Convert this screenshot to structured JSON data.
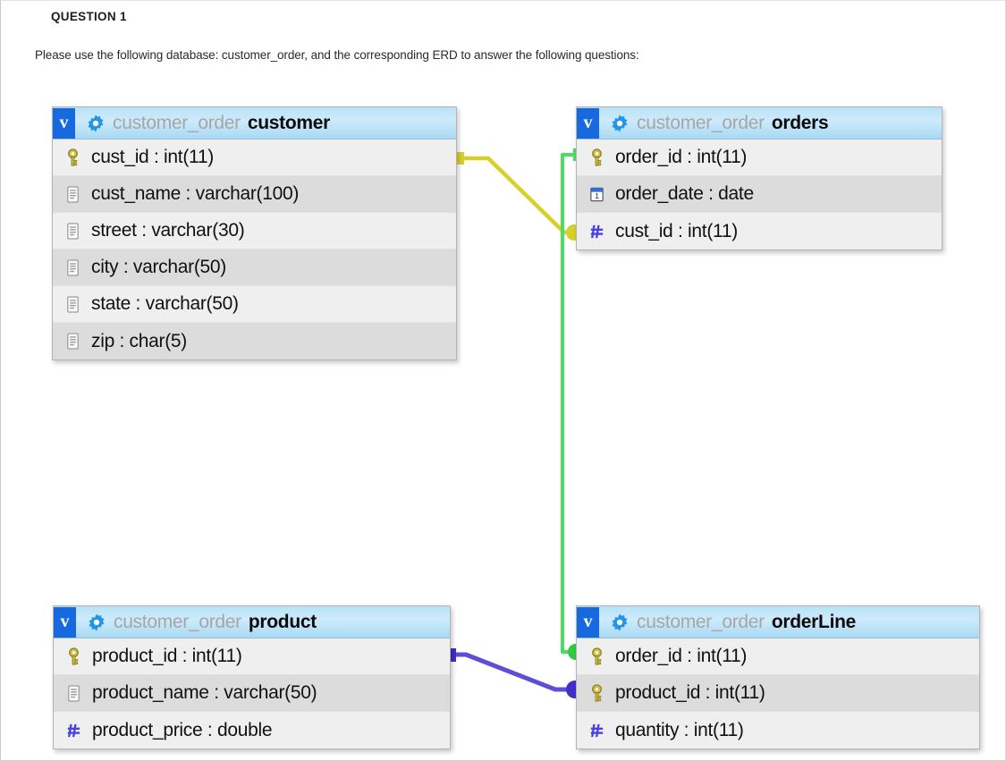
{
  "question": {
    "title": "QUESTION 1",
    "prompt": "Please use the following database: customer_order, and the corresponding ERD to answer the following questions:"
  },
  "erd": {
    "schema": "customer_order",
    "colors": {
      "header_gradient_top": "#b9e2f7",
      "header_gradient_bottom": "#a9d9f4",
      "view_badge_blue": "#1769e0",
      "gear_blue": "#2196e8",
      "row_odd": "#efefef",
      "row_even": "#dcdcdc",
      "table_border": "#b4b4b4",
      "schema_text": "#a6a6a6",
      "table_text": "#0a0a0a",
      "key_icon": "#b3a428",
      "hash_icon": "#4a42e0",
      "relation_customer_orders": "#d8d02a",
      "relation_orders_orderline": "#4ade5c",
      "relation_product_orderline": "#5b4fd6"
    },
    "view_badge_letter": "v",
    "tables": [
      {
        "id": "customer",
        "name": "customer",
        "schema": "customer_order",
        "columns": [
          {
            "icon": "key-icon",
            "text": "cust_id : int(11)"
          },
          {
            "icon": "text-icon",
            "text": "cust_name : varchar(100)"
          },
          {
            "icon": "text-icon",
            "text": "street : varchar(30)"
          },
          {
            "icon": "text-icon",
            "text": "city : varchar(50)"
          },
          {
            "icon": "text-icon",
            "text": "state : varchar(50)"
          },
          {
            "icon": "text-icon",
            "text": "zip : char(5)"
          }
        ]
      },
      {
        "id": "orders",
        "name": "orders",
        "schema": "customer_order",
        "columns": [
          {
            "icon": "key-icon",
            "text": "order_id : int(11)"
          },
          {
            "icon": "calendar-icon",
            "text": "order_date : date"
          },
          {
            "icon": "hash-icon",
            "text": "cust_id : int(11)"
          }
        ]
      },
      {
        "id": "product",
        "name": "product",
        "schema": "customer_order",
        "columns": [
          {
            "icon": "key-icon",
            "text": "product_id : int(11)"
          },
          {
            "icon": "text-icon",
            "text": "product_name : varchar(50)"
          },
          {
            "icon": "hash-icon",
            "text": "product_price : double"
          }
        ]
      },
      {
        "id": "orderLine",
        "name": "orderLine",
        "schema": "customer_order",
        "columns": [
          {
            "icon": "key-icon",
            "text": "order_id : int(11)"
          },
          {
            "icon": "key-icon",
            "text": "product_id : int(11)"
          },
          {
            "icon": "hash-icon",
            "text": "quantity : int(11)"
          }
        ]
      }
    ],
    "relationships": [
      {
        "id": "customer-orders",
        "from": "customer.cust_id",
        "to": "orders.cust_id",
        "color": "#d8d02a"
      },
      {
        "id": "orders-orderline",
        "from": "orders.order_id",
        "to": "orderLine.order_id",
        "color": "#4ade5c"
      },
      {
        "id": "product-orderline",
        "from": "product.product_id",
        "to": "orderLine.product_id",
        "color": "#5b4fd6"
      }
    ]
  }
}
